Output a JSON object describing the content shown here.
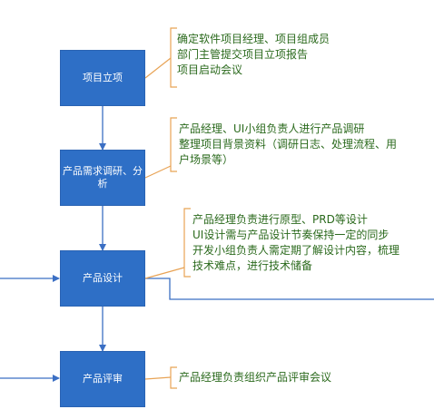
{
  "steps": [
    {
      "label": "项目立项"
    },
    {
      "label": "产品需求调研、分析"
    },
    {
      "label": "产品设计"
    },
    {
      "label": "产品评审"
    }
  ],
  "notes": [
    {
      "lines": [
        "确定软件项目经理、项目组成员",
        "部门主管提交项目立项报告",
        "项目启动会议"
      ]
    },
    {
      "lines": [
        "产品经理、UI小组负责人进行产品调研",
        "整理项目背景资料（调研日志、处理流程、用",
        "户场景等）"
      ]
    },
    {
      "lines": [
        "产品经理负责进行原型、PRD等设计",
        "UI设计需与产品设计节奏保持一定的同步",
        "开发小组负责人需定期了解设计内容，梳理",
        "技术难点，进行技术储备"
      ]
    },
    {
      "lines": [
        "产品经理负责组织产品评审会议"
      ]
    }
  ],
  "colors": {
    "box_fill": "#2e6fc6",
    "arrow": "#3b6fc4",
    "bracket": "#e8a355",
    "note_text": "#2b6a1d"
  }
}
